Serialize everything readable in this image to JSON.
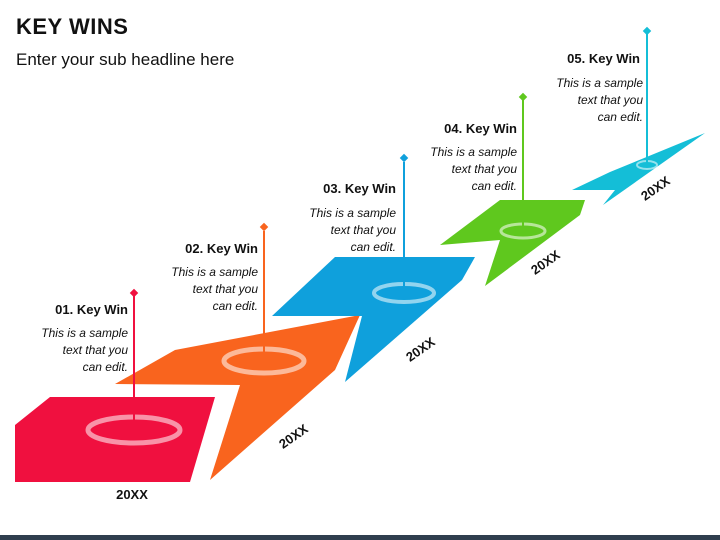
{
  "header": {
    "title": "KEY WINS",
    "subtitle": "Enter your sub headline here"
  },
  "milestones": [
    {
      "heading": "01. Key Win",
      "desc": [
        "This is a sample",
        "text that you",
        "can edit."
      ],
      "year": "20XX",
      "color": "#f0103f"
    },
    {
      "heading": "02. Key Win",
      "desc": [
        "This is a sample",
        "text that you",
        "can edit."
      ],
      "year": "20XX",
      "color": "#f9641e"
    },
    {
      "heading": "03. Key Win",
      "desc": [
        "This is a sample",
        "text that you",
        "can edit."
      ],
      "year": "20XX",
      "color": "#0fa0dc"
    },
    {
      "heading": "04. Key Win",
      "desc": [
        "This is a sample",
        "text that you",
        "can edit."
      ],
      "year": "20XX",
      "color": "#5fc81e"
    },
    {
      "heading": "05. Key Win",
      "desc": [
        "This is a sample",
        "text that you",
        "can edit."
      ],
      "year": "20XX",
      "color": "#14bed7"
    }
  ]
}
